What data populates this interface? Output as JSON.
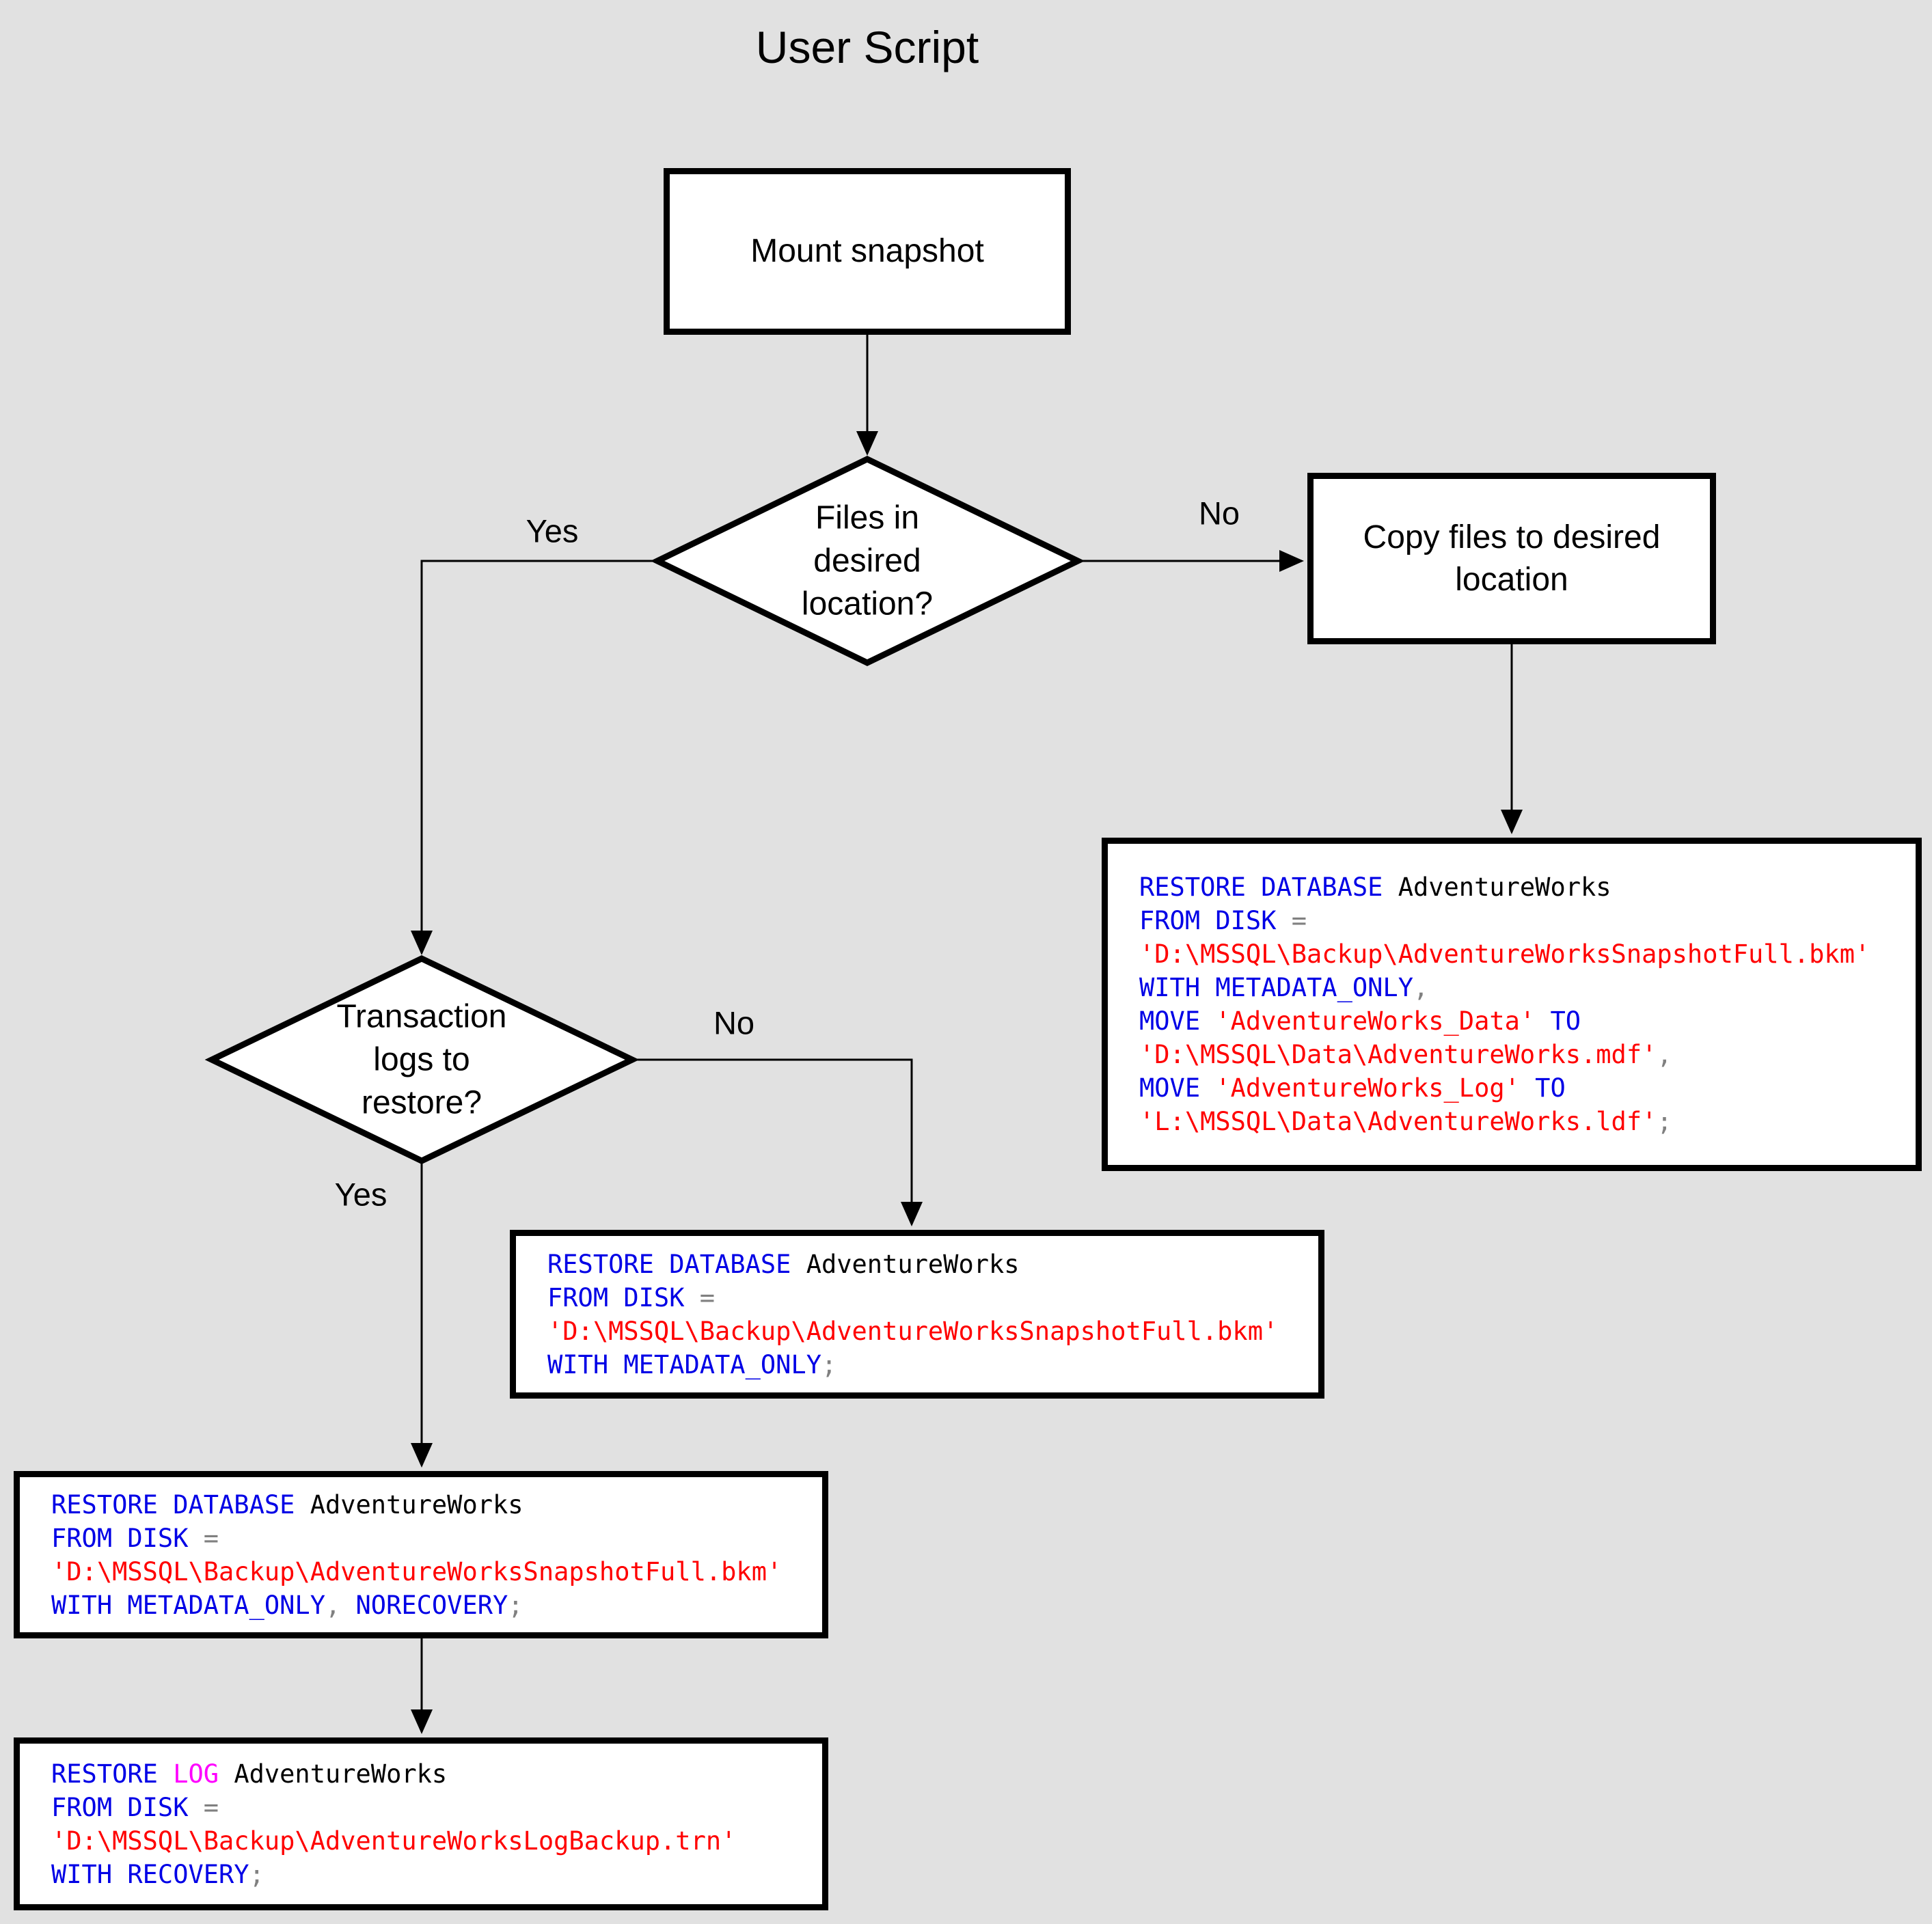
{
  "page": {
    "title": "User Script",
    "background": "#e1e1e1"
  },
  "syntax_colors": {
    "keyword": "#0000E6",
    "string": "#FF0000",
    "operator": "#808080",
    "identifier": "#000000",
    "log_keyword": "#FF00FF"
  },
  "nodes": {
    "mount": {
      "label": "Mount snapshot",
      "type": "process"
    },
    "files_decision": {
      "label": "Files in desired location?",
      "type": "decision"
    },
    "copy_files": {
      "label": "Copy files to desired location",
      "type": "process"
    },
    "logs_decision": {
      "label": "Transaction logs to restore?",
      "type": "decision"
    }
  },
  "edge_labels": {
    "files_yes": "Yes",
    "files_no": "No",
    "logs_yes": "Yes",
    "logs_no": "No"
  },
  "code_boxes": {
    "copy_restore": {
      "lines": [
        [
          [
            "kw",
            "RESTORE DATABASE"
          ],
          [
            "id",
            " AdventureWorks"
          ]
        ],
        [
          [
            "kw",
            "FROM DISK"
          ],
          [
            "op",
            " ="
          ]
        ],
        [
          [
            "str",
            "'D:\\MSSQL\\Backup\\AdventureWorksSnapshotFull.bkm'"
          ]
        ],
        [
          [
            "kw",
            "WITH METADATA_ONLY"
          ],
          [
            "op",
            ","
          ]
        ],
        [
          [
            "kw",
            "MOVE"
          ],
          [
            "str",
            " 'AdventureWorks_Data'"
          ],
          [
            "kw",
            " TO"
          ]
        ],
        [
          [
            "str",
            "'D:\\MSSQL\\Data\\AdventureWorks.mdf'"
          ],
          [
            "op",
            ","
          ]
        ],
        [
          [
            "kw",
            "MOVE"
          ],
          [
            "str",
            " 'AdventureWorks_Log'"
          ],
          [
            "kw",
            " TO"
          ]
        ],
        [
          [
            "str",
            "'L:\\MSSQL\\Data\\AdventureWorks.ldf'"
          ],
          [
            "op",
            ";"
          ]
        ]
      ]
    },
    "no_logs_restore": {
      "lines": [
        [
          [
            "kw",
            "RESTORE DATABASE"
          ],
          [
            "id",
            " AdventureWorks"
          ]
        ],
        [
          [
            "kw",
            "FROM DISK"
          ],
          [
            "op",
            " ="
          ]
        ],
        [
          [
            "str",
            "'D:\\MSSQL\\Backup\\AdventureWorksSnapshotFull.bkm'"
          ]
        ],
        [
          [
            "kw",
            "WITH METADATA_ONLY"
          ],
          [
            "op",
            ";"
          ]
        ]
      ]
    },
    "with_logs_restore": {
      "lines": [
        [
          [
            "kw",
            "RESTORE DATABASE"
          ],
          [
            "id",
            " AdventureWorks"
          ]
        ],
        [
          [
            "kw",
            "FROM DISK"
          ],
          [
            "op",
            " ="
          ]
        ],
        [
          [
            "str",
            "'D:\\MSSQL\\Backup\\AdventureWorksSnapshotFull.bkm'"
          ]
        ],
        [
          [
            "kw",
            "WITH METADATA_ONLY"
          ],
          [
            "op",
            ", "
          ],
          [
            "kw",
            "NORECOVERY"
          ],
          [
            "op",
            ";"
          ]
        ]
      ]
    },
    "restore_log": {
      "lines": [
        [
          [
            "kw",
            "RESTORE"
          ],
          [
            "log",
            " LOG"
          ],
          [
            "id",
            " AdventureWorks"
          ]
        ],
        [
          [
            "kw",
            "FROM DISK"
          ],
          [
            "op",
            " ="
          ]
        ],
        [
          [
            "str",
            "'D:\\MSSQL\\Backup\\AdventureWorksLogBackup.trn'"
          ]
        ],
        [
          [
            "kw",
            "WITH RECOVERY"
          ],
          [
            "op",
            ";"
          ]
        ]
      ]
    }
  }
}
